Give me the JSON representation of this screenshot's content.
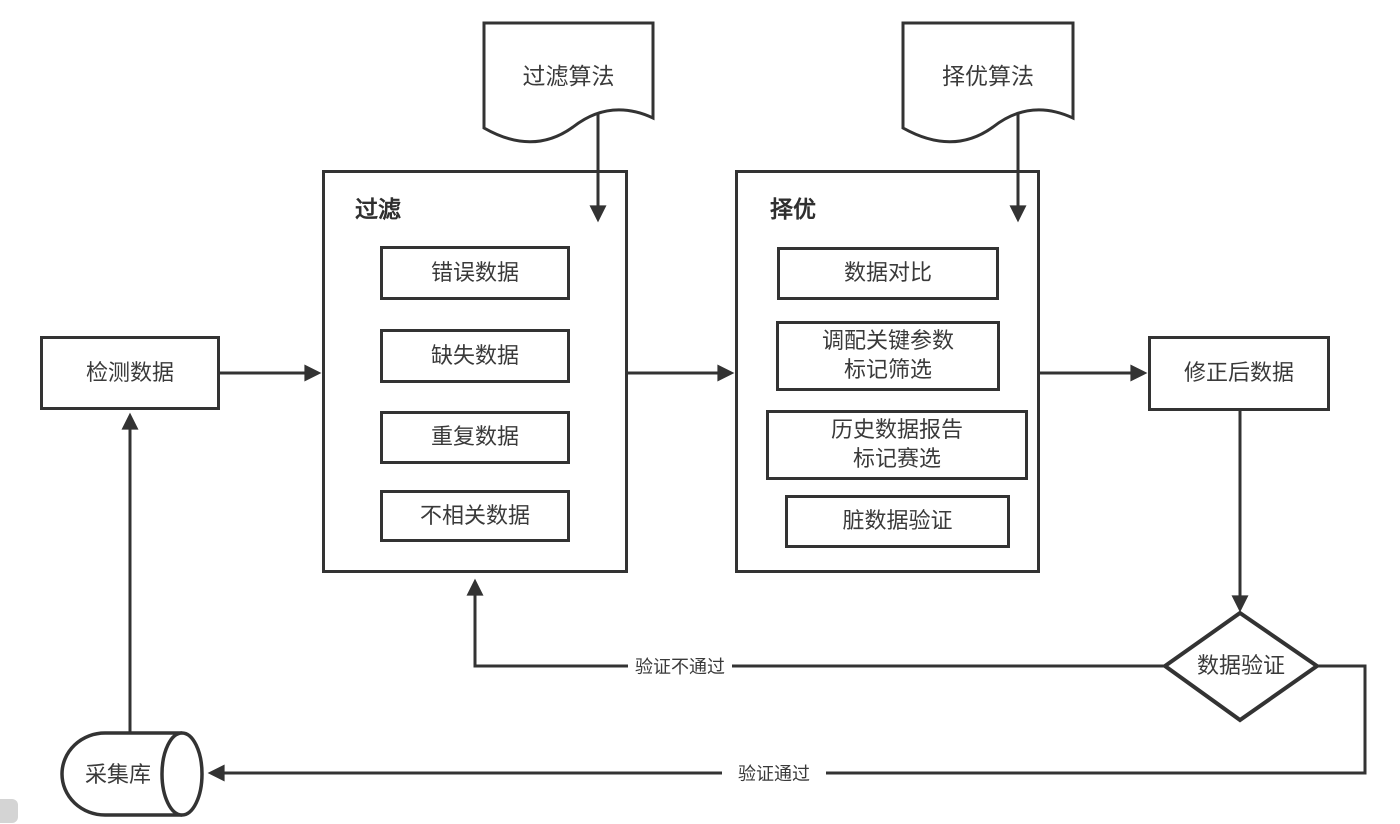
{
  "canvas": {
    "background": "#ffffff",
    "stroke_color": "#333333",
    "text_color": "#3a3a3a"
  },
  "docs": {
    "filter": {
      "label": "过滤算法"
    },
    "optimize": {
      "label": "择优算法"
    }
  },
  "groups": {
    "filter": {
      "title": "过滤",
      "items": [
        "错误数据",
        "缺失数据",
        "重复数据",
        "不相关数据"
      ]
    },
    "optimize": {
      "title": "择优",
      "items": [
        "数据对比",
        "调配关键参数\n标记筛选",
        "历史数据报告\n标记赛选",
        "脏数据验证"
      ]
    }
  },
  "nodes": {
    "detect": {
      "label": "检测数据"
    },
    "corrected": {
      "label": "修正后数据"
    },
    "decision": {
      "label": "数据验证"
    },
    "database": {
      "label": "采集库"
    }
  },
  "edge_labels": {
    "fail": "验证不通过",
    "pass": "验证通过"
  }
}
